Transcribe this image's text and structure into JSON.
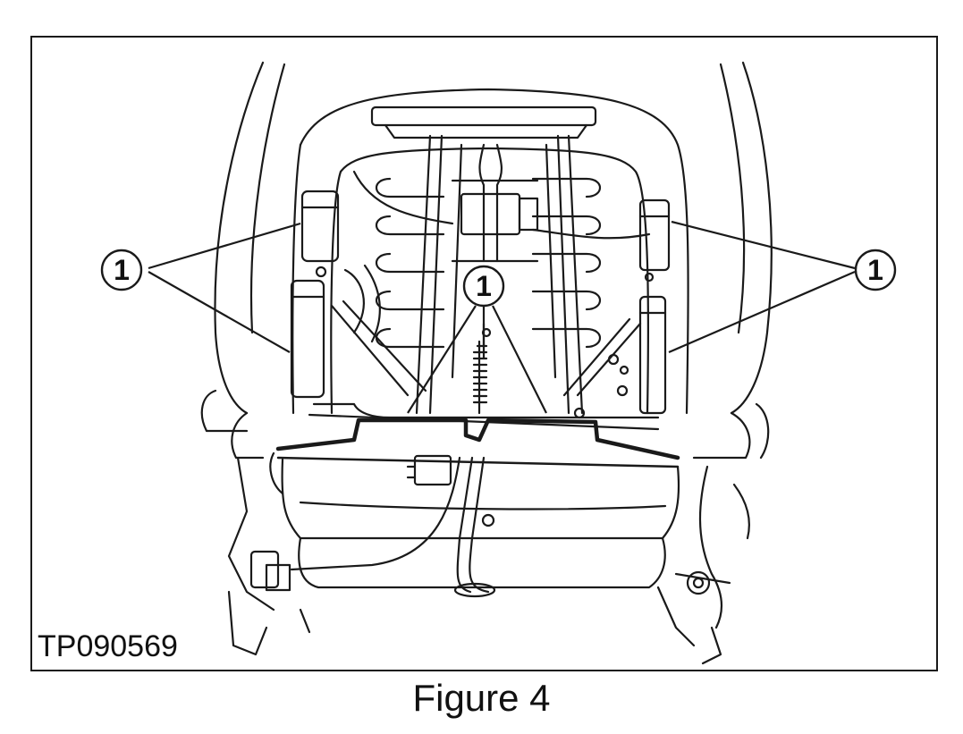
{
  "figure": {
    "reference_code": "TP090569",
    "caption": "Figure 4",
    "callouts": [
      {
        "label": "1"
      },
      {
        "label": "1"
      },
      {
        "label": "1"
      }
    ]
  },
  "colors": {
    "line": "#1a1a1a",
    "background": "#ffffff"
  }
}
